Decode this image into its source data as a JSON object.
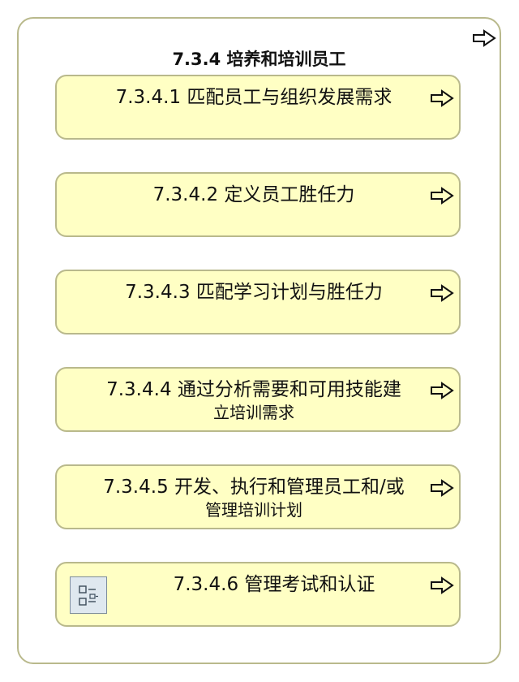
{
  "process": {
    "title": "7.3.4 培养和培训员工",
    "arrow_icon": "right-arrow-outline-icon"
  },
  "steps": [
    {
      "label": "7.3.4.1 匹配员工与组织发展需求",
      "label2": ""
    },
    {
      "label": "7.3.4.2 定义员工胜任力",
      "label2": ""
    },
    {
      "label": "7.3.4.3 匹配学习计划与胜任力",
      "label2": ""
    },
    {
      "label": "7.3.4.4 通过分析需要和可用技能建",
      "label2": "立培训需求"
    },
    {
      "label": "7.3.4.5 开发、执行和管理员工和/或",
      "label2": "管理培训计划"
    },
    {
      "label": "7.3.4.6 管理考试和认证",
      "label2": "",
      "icon": "subprocess-icon"
    }
  ],
  "colors": {
    "card_fill": "#ffffc4",
    "card_border": "#b9b98c",
    "outer_border": "#b9b98c"
  }
}
